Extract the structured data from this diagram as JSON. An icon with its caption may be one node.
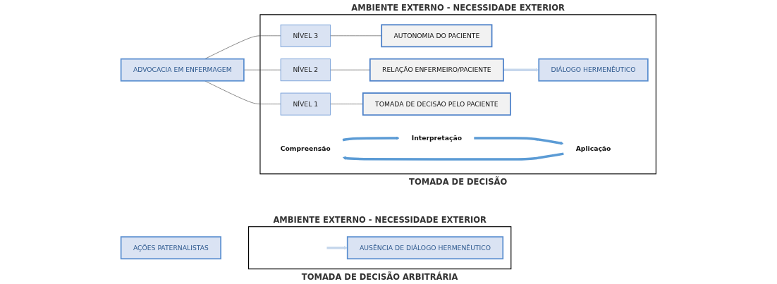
{
  "diagram": {
    "nodes": [
      {
        "text": [
          "ADVOCACIA EM ENFERMAGEM"
        ]
      },
      {
        "text": [
          "AMBIENTE EXTERNO - NECESSIDADE EXTERIOR",
          "TOMADA DE DECISÃO"
        ]
      },
      {
        "text": [
          "NÍVEL 3"
        ],
        "in": 1
      },
      {
        "text": [
          "AUTONOMIA DO PACIENTE"
        ],
        "in": 1
      },
      {
        "text": [
          "NÍVEL 2"
        ],
        "in": 1
      },
      {
        "text": [
          "RELAÇÃO ENFERMEIRO/PACIENTE"
        ],
        "in": 1
      },
      {
        "text": [
          "NÍVEL 1"
        ],
        "in": 1
      },
      {
        "text": [
          "TOMADA DE DECISÃO PELO PACIENTE"
        ],
        "in": 1
      },
      {
        "text": [
          "Compreensão"
        ],
        "in": 1
      },
      {
        "text": [
          "DIÁLOGO HERMENÊUTICO"
        ],
        "in": 1
      },
      {
        "text": [
          "Interpretação"
        ],
        "in": 1
      },
      {
        "text": [
          "Aplicação"
        ],
        "in": 1
      },
      {
        "text": [
          "AÇÕES PATERNALISTAS"
        ]
      },
      {
        "text": [
          "AMBIENTE EXTERNO - NECESSIDADE EXTERIOR",
          "TOMADA DE DECISÃO ARBITRÁRIA"
        ]
      },
      {
        "text": [
          "AUSÊNCIA DE DIÁLOGO HERMENÊUTICO"
        ],
        "in": 13
      }
    ],
    "edges": [
      {
        "from": 0,
        "to": 2,
        "arrow": "none"
      },
      {
        "from": 0,
        "to": 4,
        "arrow": "none"
      },
      {
        "from": 0,
        "to": 6,
        "arrow": "none"
      },
      {
        "from": 2,
        "to": 3,
        "arrow": "none"
      },
      {
        "from": 4,
        "to": 5,
        "arrow": "none"
      },
      {
        "from": 6,
        "to": 7,
        "arrow": "none"
      },
      {
        "from": 5,
        "to": 9,
        "arrow": "to",
        "style": "thick",
        "color": "#c6d7ec"
      },
      {
        "from": 8,
        "to": 10,
        "arrow": "to",
        "style": "thick",
        "color": "#5b9bd5"
      },
      {
        "from": 10,
        "to": 11,
        "arrow": "to",
        "style": "thick",
        "color": "#5b9bd5"
      },
      {
        "from": 11,
        "to": 8,
        "arrow": "to",
        "style": "thick",
        "color": "#5b9bd5"
      },
      {
        "from": null,
        "to": 14,
        "arrow": "to",
        "style": "thick",
        "color": "#c6d7ec"
      }
    ]
  }
}
